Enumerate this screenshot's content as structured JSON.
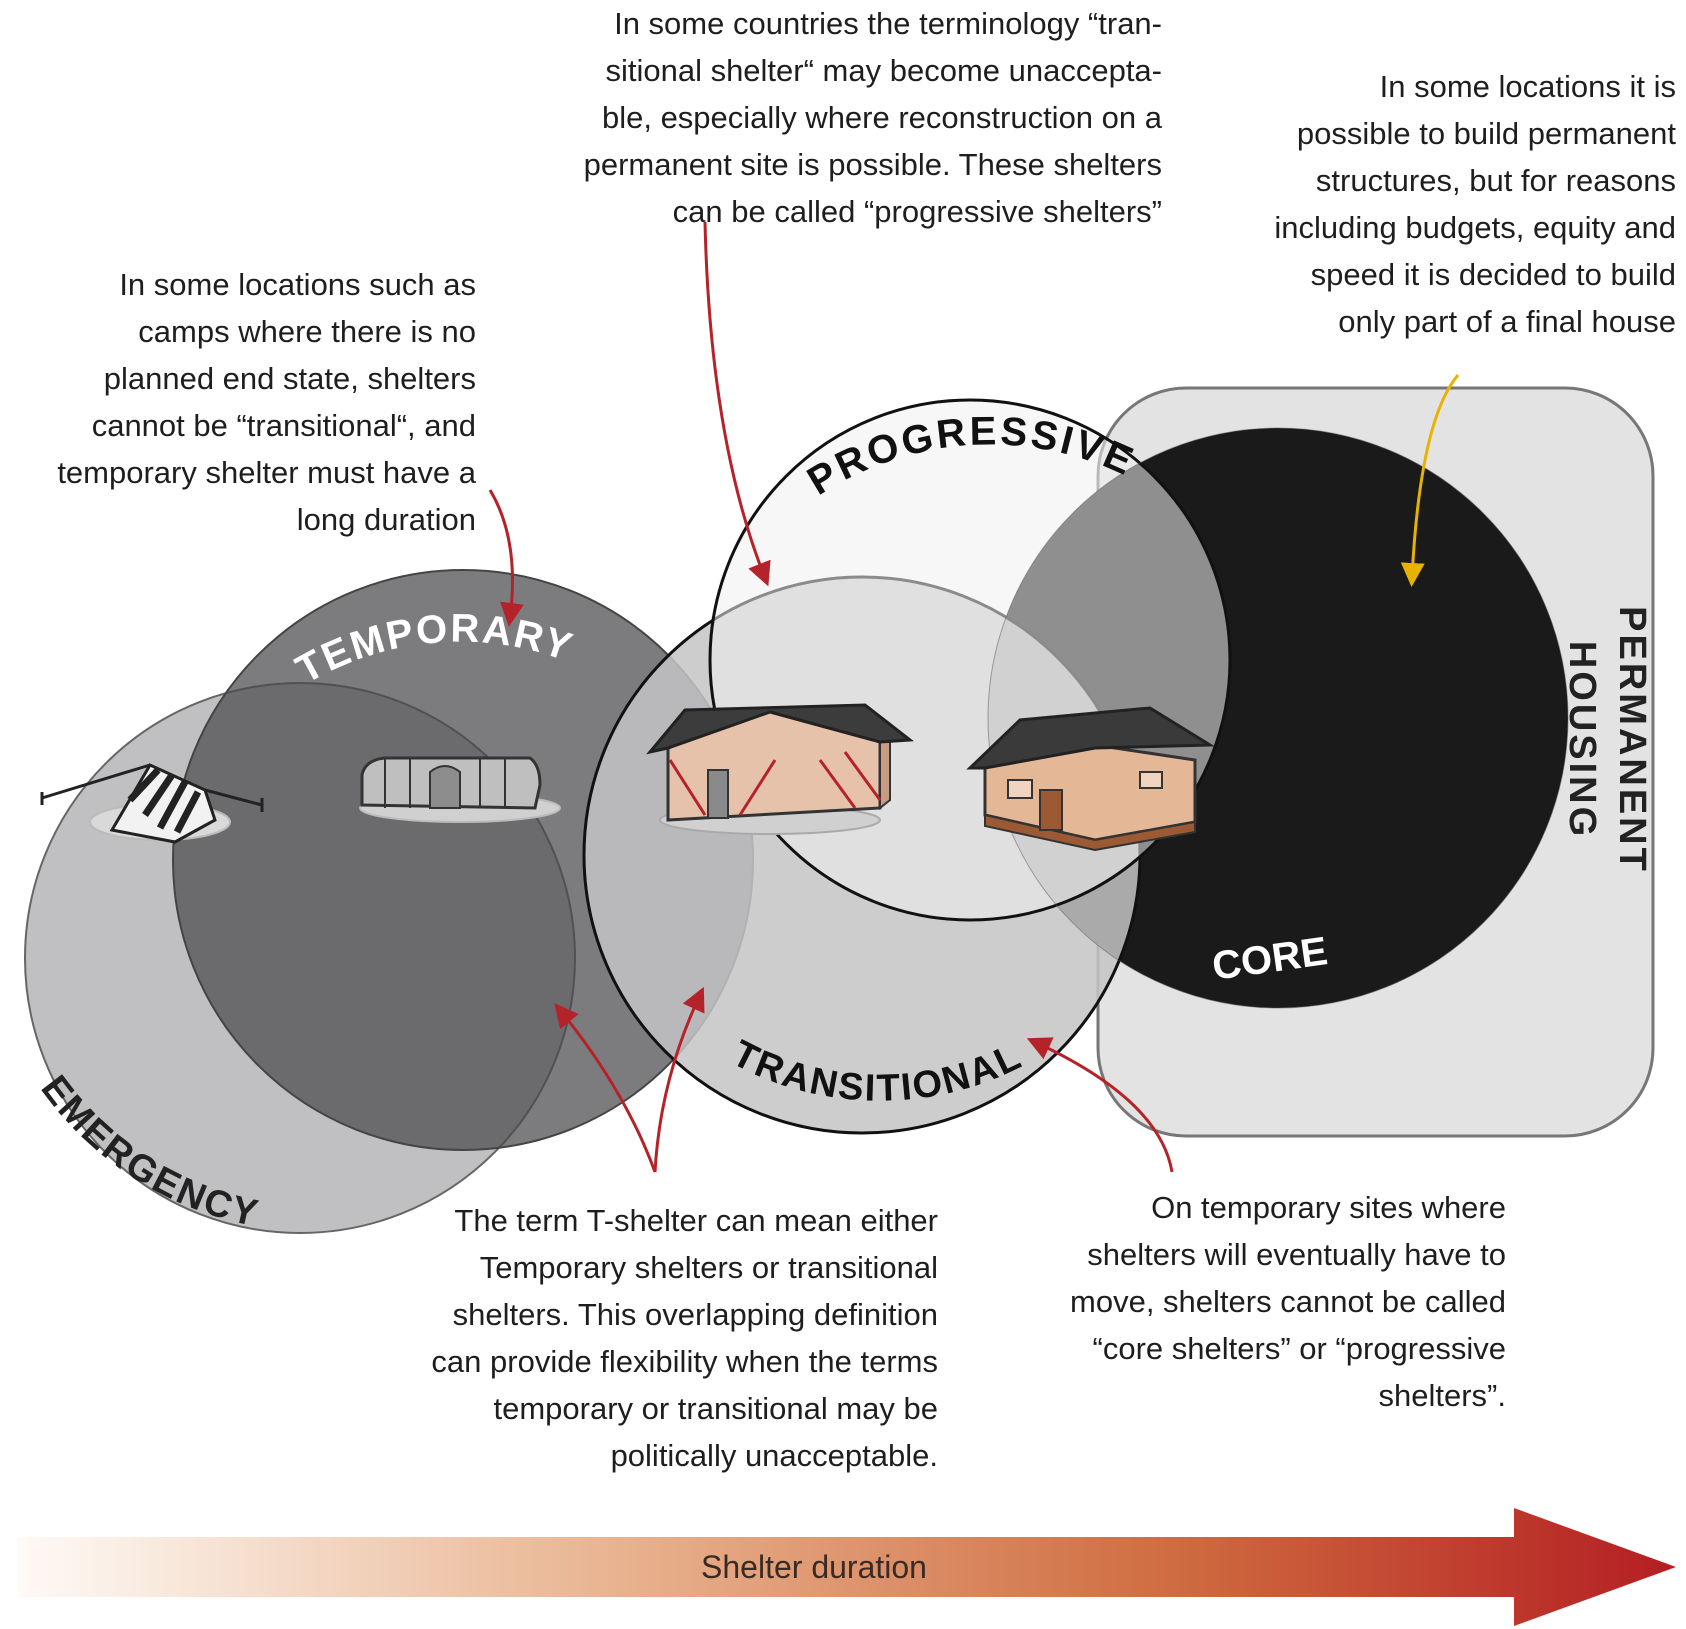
{
  "labels": {
    "emergency": "EMERGENCY",
    "temporary": "TEMPORARY",
    "transitional": "TRANSITIONAL",
    "progressive": "PROGRESSIVE",
    "core": "CORE",
    "permanent": "PERMANENT",
    "housing": "HOUSING"
  },
  "notes": {
    "top_center": [
      "In some countries the terminology “tran-",
      "sitional shelter“ may become unaccepta-",
      "ble, especially where reconstruction on a",
      "permanent site is possible. These shelters",
      "can be called “progressive shelters”"
    ],
    "top_right": [
      "In some locations it is",
      "possible to build permanent",
      "structures, but for reasons",
      "including budgets, equity and",
      "speed  it is decided to build",
      "only part of a final house"
    ],
    "left": [
      "In some locations such as",
      "camps where there is no",
      "planned end state, shelters",
      "cannot be “transitional“, and",
      "temporary shelter must have a",
      "long duration"
    ],
    "bottom_center": [
      "The term T-shelter can mean either",
      "Temporary shelters or transitional",
      "shelters. This overlapping definition",
      "can provide flexibility when the terms",
      "temporary or transitional may be",
      "politically unacceptable."
    ],
    "bottom_right": [
      "On temporary sites where",
      "shelters will eventually have to",
      "move, shelters cannot be called",
      "“core shelters” or “progressive",
      "shelters”."
    ]
  },
  "arrow": {
    "label": "Shelter duration"
  },
  "icons": [
    "tent-icon",
    "tunnel-tent-icon",
    "transitional-shelter-icon",
    "house-icon"
  ],
  "colors": {
    "arrow_end": "#b41e22",
    "arrow_start": "#fdf3ec",
    "pointer_red": "#b5232a",
    "pointer_yellow": "#e8b300",
    "core": "#1a1a1a",
    "permanent": "#e3e3e3"
  }
}
